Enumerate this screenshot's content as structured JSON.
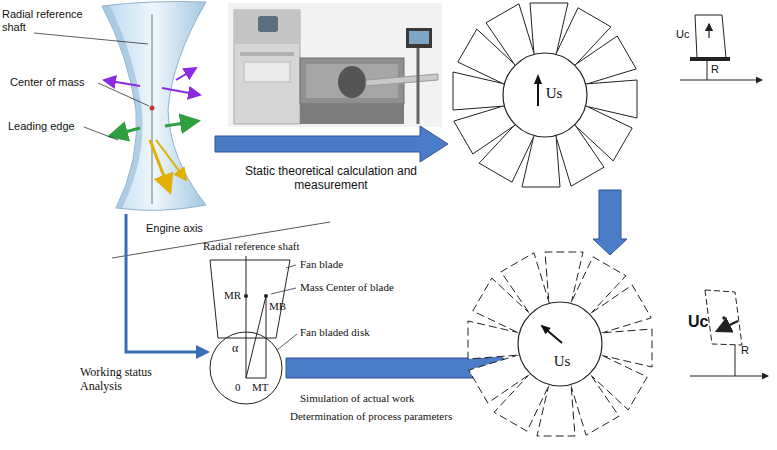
{
  "diagram": {
    "nodes": [
      {
        "text": [
          "Us"
        ]
      },
      {
        "text": [
          "Us"
        ]
      }
    ],
    "edges": [
      {
        "from": 0,
        "to": 1,
        "arrow": "to"
      }
    ],
    "labels": [
      "Radial reference shaft",
      "Center of mass",
      "Leading edge",
      "Engine axis",
      "Static theoretical calculation and measurement",
      "Uc",
      "R",
      "Radial reference shaft",
      "Fan blade",
      "Mass Center of blade",
      "Fan bladed disk",
      "MR",
      "MB",
      "α",
      "0",
      "MT",
      "Working status Analysis",
      "Simulation of actual work",
      "Determination of process parameters",
      "Uc",
      "R"
    ]
  }
}
